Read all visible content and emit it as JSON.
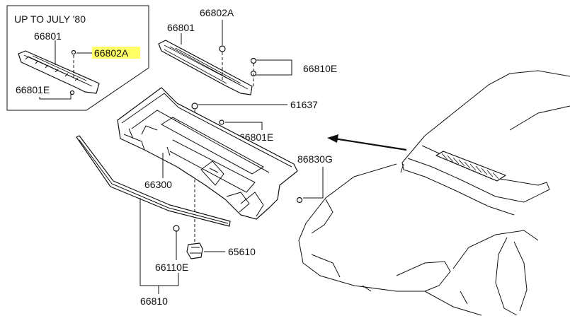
{
  "inset": {
    "caption": "UP TO JULY '80",
    "labels": {
      "panel": "66801",
      "clip_highlighted": "66802A",
      "clip": "66801E"
    }
  },
  "labels": {
    "upper_cover": "66801",
    "clip_top": "66802A",
    "clip_pair": "66810E",
    "screw": "61637",
    "clip_mid": "66801E",
    "clip_right": "86830G",
    "cowl_panel": "66300",
    "grommet": "66110E",
    "bracket_clip": "65610",
    "seal": "66810"
  },
  "colors": {
    "highlight": "#ffff66",
    "line": "#111111"
  }
}
